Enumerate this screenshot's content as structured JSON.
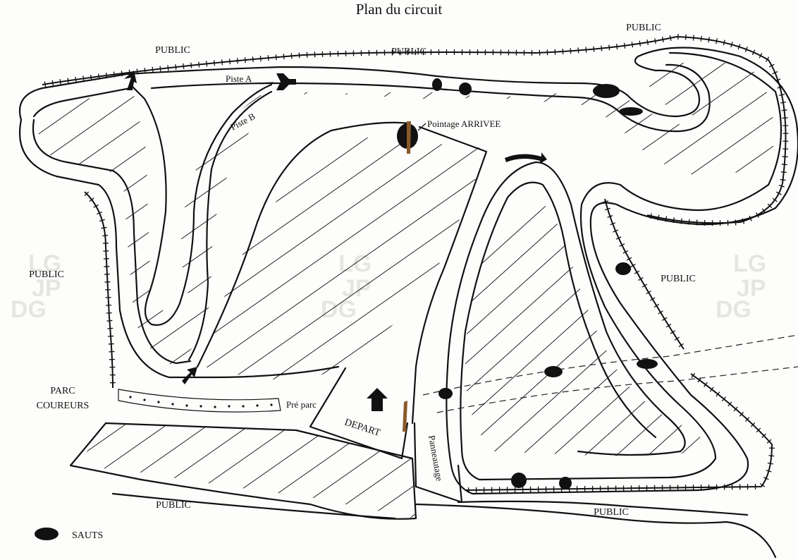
{
  "title": "Plan du circuit",
  "labels": {
    "public_top_left": "PUBLIC",
    "public_top_center": "PUBLIC",
    "public_top_right": "PUBLIC",
    "public_left": "PUBLIC",
    "public_right": "PUBLIC",
    "public_bottom_left": "PUBLIC",
    "public_bottom_right": "PUBLIC",
    "piste_a": "Piste  A",
    "piste_b": "Piste  B",
    "pointage": "Pointage  ARRIVEE",
    "parc_line1": "PARC",
    "parc_line2": "COUREURS",
    "pre_parc": "Pré parc",
    "depart": "DEPART",
    "panneautage": "Panneautage"
  },
  "legend": {
    "label": "SAUTS",
    "symbol": "filled-ellipse"
  },
  "colors": {
    "ink": "#111111",
    "paper": "#fdfdfb"
  },
  "icons": [
    "direction-arrow-icon",
    "fork-marker-icon",
    "jump-marker-icon",
    "watermark-logo"
  ],
  "watermark_text": [
    "LG",
    "JP",
    "DG"
  ]
}
